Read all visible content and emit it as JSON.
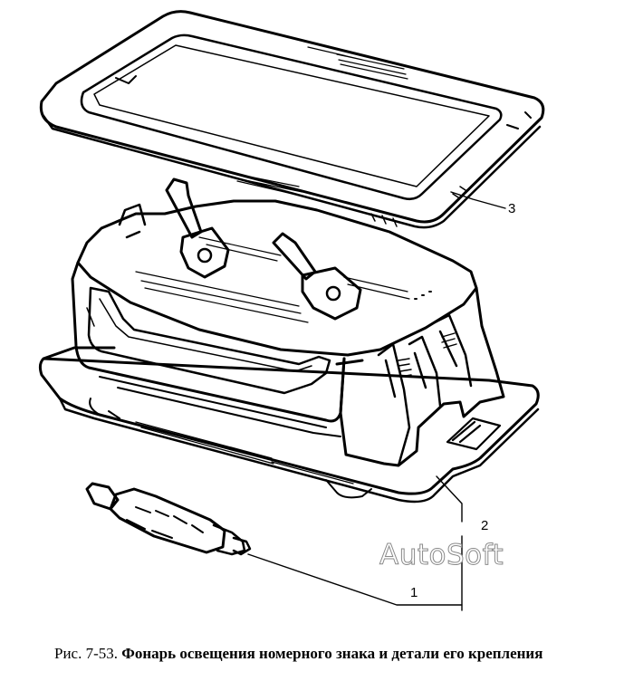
{
  "callouts": {
    "part_1": "1",
    "part_2": "2",
    "part_3": "3"
  },
  "watermark": "AutoSoft",
  "caption": {
    "figure_number": "Рис. 7-53.",
    "text": "Фонарь освещения номерного знака и детали его крепления"
  },
  "colors": {
    "ink": "#000000",
    "paper": "#ffffff",
    "watermark_outline": "#8a8a8a"
  }
}
